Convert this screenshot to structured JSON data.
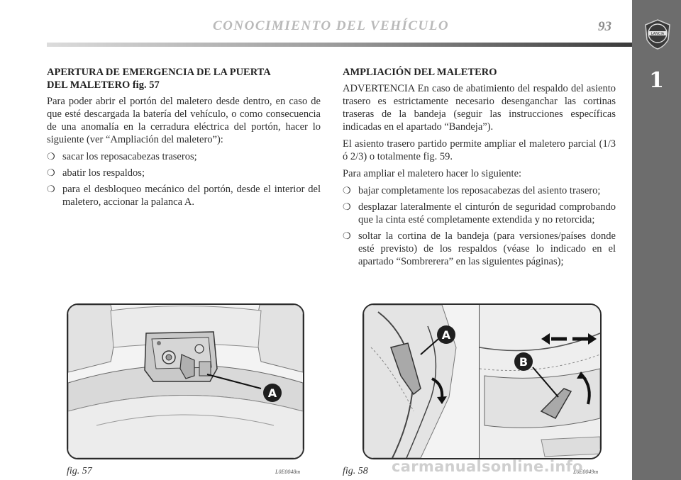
{
  "header": {
    "title": "CONOCIMIENTO DEL VEHÍCULO",
    "page_number": "93",
    "chapter": "1",
    "logo_icon": "lancia-logo-icon"
  },
  "left_column": {
    "heading_line1": "APERTURA DE EMERGENCIA DE LA PUERTA",
    "heading_line2": "DEL MALETERO fig. 57",
    "paragraph": "Para poder abrir el portón del maletero desde dentro, en caso de que esté descargada la batería del vehículo, o como consecuencia de una anomalía en la cerradura eléctrica del portón, hacer lo siguiente (ver “Ampliación del maletero”):",
    "bullets": [
      "sacar los reposacabezas traseros;",
      "abatir los respaldos;",
      "para el desbloqueo mecánico del portón, desde el interior del maletero, accionar la palanca A."
    ]
  },
  "right_column": {
    "heading": "AMPLIACIÓN DEL MALETERO",
    "paragraphs": [
      "ADVERTENCIA En caso de abatimiento del respaldo del asiento trasero es estrictamente necesario desenganchar las cortinas traseras de la bandeja (seguir las instrucciones específicas indicadas en el apartado “Bandeja”).",
      "El asiento trasero partido permite ampliar el maletero parcial (1/3 ó 2/3) o totalmente fig. 59.",
      "Para ampliar el maletero hacer lo siguiente:"
    ],
    "bullets": [
      "bajar completamente los reposacabezas del asiento trasero;",
      "desplazar lateralmente el cinturón de seguridad comprobando que la cinta esté completamente extendida y no retorcida;",
      "soltar la cortina de la bandeja (para versiones/países donde esté previsto) de los respaldos (véase lo indicado en el apartado “Sombrerera” en las siguientes páginas);"
    ],
    "bullet_symbol": "❍"
  },
  "figures": {
    "fig57": {
      "caption": "fig. 57",
      "code": "L0E0048m",
      "callout": "A"
    },
    "fig58": {
      "caption": "fig. 58",
      "code": "L0E0049m",
      "callout_a": "A",
      "callout_b": "B"
    }
  },
  "watermark": "carmanualsonline.info"
}
